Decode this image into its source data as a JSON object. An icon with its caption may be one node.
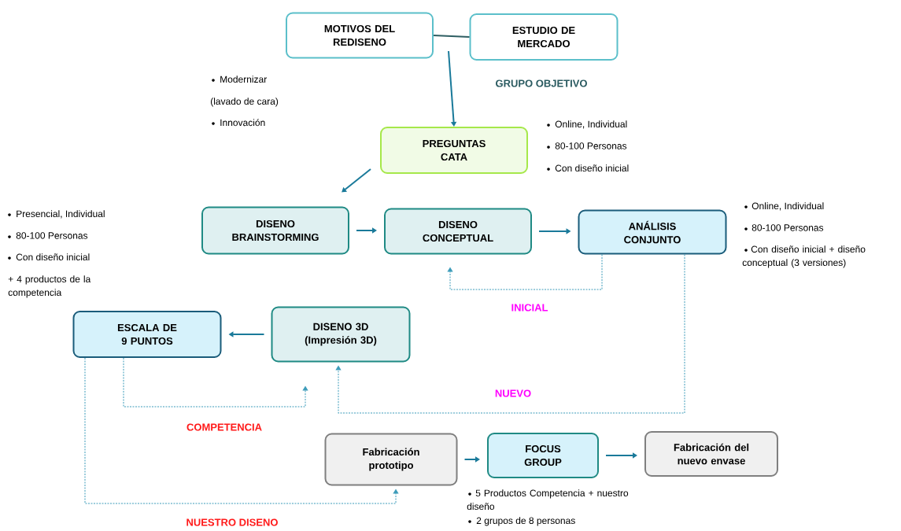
{
  "diagram": {
    "nodes": [
      {
        "text": [
          "MOTIVOS DEL REDISENO"
        ]
      },
      {
        "text": [
          "ESTUDIO DE MERCADO"
        ]
      },
      {
        "text": [
          "PREGUNTAS CATA"
        ]
      },
      {
        "text": [
          "DISENO BRAINSTORMING"
        ]
      },
      {
        "text": [
          "DISENO CONCEPTUAL"
        ]
      },
      {
        "text": [
          "ANÁLISIS CONJUNTO"
        ]
      },
      {
        "text": [
          "ESCALA DE 9 PUNTOS"
        ]
      },
      {
        "text": [
          "DISENO 3D (Impresión 3D)"
        ]
      },
      {
        "text": [
          "Fabricación prototipo"
        ]
      },
      {
        "text": [
          "FOCUS GROUP"
        ]
      },
      {
        "text": [
          "Fabricación del nuevo envase"
        ]
      }
    ],
    "edges": [
      {
        "from": 0,
        "to": 1,
        "arrow": "none",
        "color": "#2e5e62"
      },
      {
        "from": null,
        "to": 2,
        "arrow": "to",
        "label": "GRUPO OBJETIVO"
      },
      {
        "from": 2,
        "to": 3,
        "arrow": "to"
      },
      {
        "from": 3,
        "to": 4,
        "arrow": "to"
      },
      {
        "from": 4,
        "to": 5,
        "arrow": "to"
      },
      {
        "from": 5,
        "to": 4,
        "arrow": "to",
        "style": "dashed",
        "color": "#3d9cba",
        "label": "INICIAL"
      },
      {
        "from": 5,
        "to": 7,
        "arrow": "to",
        "style": "dashed",
        "color": "#3d9cba",
        "label": "NUEVO"
      },
      {
        "from": 7,
        "to": 6,
        "arrow": "to"
      },
      {
        "from": 6,
        "to": 7,
        "arrow": "to",
        "style": "dashed",
        "color": "#3d9cba",
        "label": "COMPETENCIA"
      },
      {
        "from": 6,
        "to": 8,
        "arrow": "to",
        "style": "dashed",
        "color": "#3d9cba",
        "label": "NUESTRO DISENO"
      },
      {
        "from": 8,
        "to": 9,
        "arrow": "to"
      },
      {
        "from": 9,
        "to": 10,
        "arrow": "to"
      }
    ],
    "labels": [
      "Modernizar",
      "(lavado de cara)",
      "Innovación",
      "Online, Individual",
      "80-100 Personas",
      "Con diseño inicial",
      "Presencial, Individual",
      "80-100 Personas",
      "Con diseño inicial",
      "+ 4 productos de la competencia",
      "Online, Individual",
      "80-100 Personas",
      "Con diseño inicial + diseño conceptual (3 versiones)",
      "5 Productos Competencia + nuestro diseño",
      "2 grupos de 8 personas"
    ]
  }
}
